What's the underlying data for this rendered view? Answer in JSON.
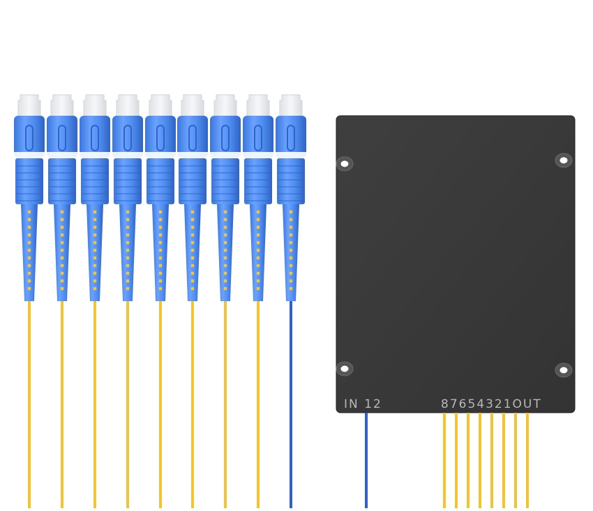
{
  "product": {
    "connector_type": "SC/UPC",
    "connector_count": 9,
    "colors": {
      "background": "#ffffff",
      "connector_blue": "#4f8df0",
      "connector_blue_dark": "#3a76dc",
      "connector_blue_light": "#8db7ff",
      "dust_cap": "#e9ebee",
      "fiber_yellow": "#f4c430",
      "fiber_blue": "#2f5fd0",
      "splitter_body": "#3a3a3a",
      "label_text": "#b8b8b8"
    },
    "icons": [
      "sc-connector-icon",
      "plc-splitter-box-icon",
      "mounting-hole-icon"
    ]
  },
  "splitter": {
    "input_label": "IN 12",
    "output_label": "87654321OUT"
  }
}
